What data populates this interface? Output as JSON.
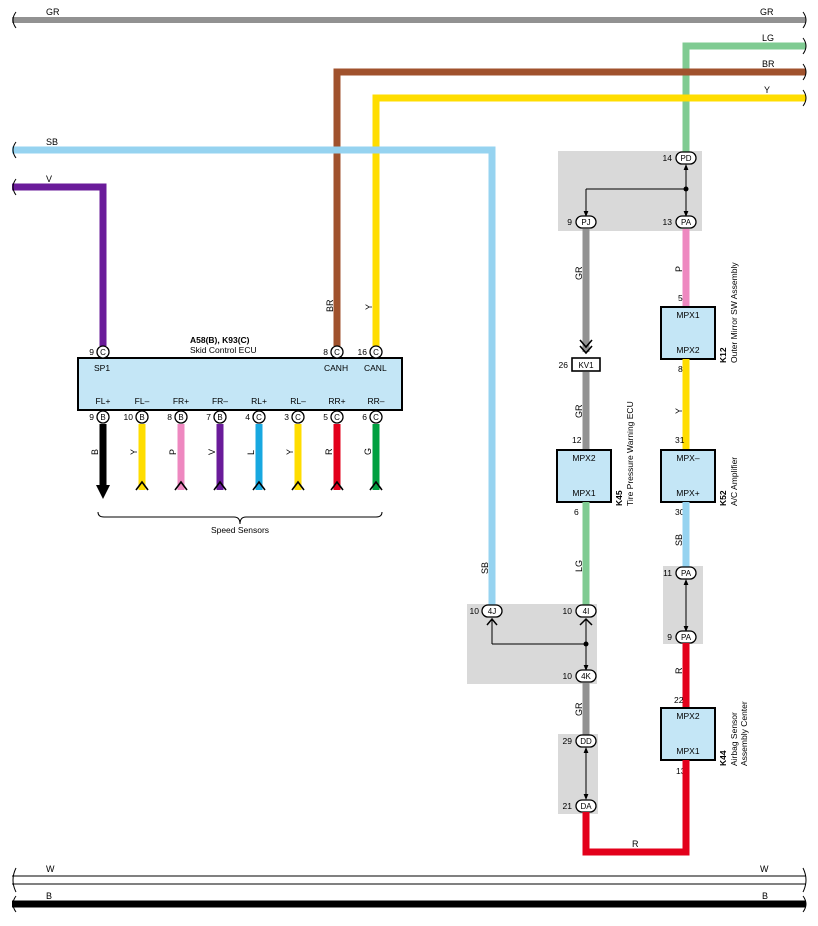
{
  "colors": {
    "GR": "#929292",
    "LG": "#7fcb92",
    "BR": "#a0522d",
    "Y": "#ffdd00",
    "SB": "#96d3f0",
    "V": "#6a1b9a",
    "B": "#000000",
    "P": "#ee88c0",
    "L": "#18a8e0",
    "R": "#e3001b",
    "G": "#00a040",
    "W": "#ffffff",
    "box_fill": "#c4e6f6",
    "junction_fill": "#d9d9d9"
  },
  "buses": {
    "gr_left": "GR",
    "gr_right": "GR",
    "lg": "LG",
    "br": "BR",
    "y": "Y",
    "sb": "SB",
    "v": "V",
    "w_left": "W",
    "w_right": "W",
    "b_left": "B",
    "b_right": "B"
  },
  "ecu": {
    "title": "A58(B), K93(C)",
    "subtitle": "Skid Control ECU",
    "top_pins": [
      {
        "num": "9",
        "conn": "C",
        "label": "SP1"
      },
      {
        "num": "8",
        "conn": "C",
        "label": "CANH"
      },
      {
        "num": "16",
        "conn": "C",
        "label": "CANL"
      }
    ],
    "bottom_pins": [
      {
        "num": "9",
        "conn": "B",
        "label": "FL+",
        "wire": "B"
      },
      {
        "num": "10",
        "conn": "B",
        "label": "FL–",
        "wire": "Y"
      },
      {
        "num": "8",
        "conn": "B",
        "label": "FR+",
        "wire": "P"
      },
      {
        "num": "7",
        "conn": "B",
        "label": "FR–",
        "wire": "V"
      },
      {
        "num": "4",
        "conn": "C",
        "label": "RL+",
        "wire": "L"
      },
      {
        "num": "3",
        "conn": "C",
        "label": "RL–",
        "wire": "Y"
      },
      {
        "num": "5",
        "conn": "C",
        "label": "RR+",
        "wire": "R"
      },
      {
        "num": "6",
        "conn": "C",
        "label": "RR–",
        "wire": "G"
      }
    ],
    "wire_br": "BR",
    "wire_y": "Y",
    "speed_sensors": "Speed Sensors"
  },
  "junction_top": {
    "pd": {
      "num": "14",
      "conn": "PD"
    },
    "pj": {
      "num": "9",
      "conn": "PJ"
    },
    "pa": {
      "num": "13",
      "conn": "PA"
    }
  },
  "kv1": {
    "num": "26",
    "conn": "KV1"
  },
  "k45": {
    "id": "K45",
    "name": "Tire Pressure Warning ECU",
    "pin_top": "12",
    "label_top": "MPX2",
    "pin_bottom": "6",
    "label_bottom": "MPX1",
    "wire_in_top": "GR",
    "wire_in_mid": "GR",
    "wire_out": "LG"
  },
  "k12": {
    "id": "K12",
    "name": "Outer Mirror SW Assembly",
    "pin_top": "5",
    "label_top": "MPX1",
    "pin_bottom": "8",
    "label_bottom": "MPX2",
    "wire_in": "P",
    "wire_out": "Y"
  },
  "k52": {
    "id": "K52",
    "name": "A/C Amplifier",
    "pin_top": "31",
    "label_top": "MPX–",
    "pin_bottom": "30",
    "label_bottom": "MPX+",
    "wire_out": "SB"
  },
  "junction_mid": {
    "j4j": {
      "num": "10",
      "conn": "4J"
    },
    "j4i": {
      "num": "10",
      "conn": "4I"
    },
    "j4k": {
      "num": "10",
      "conn": "4K"
    },
    "wire_sb": "SB"
  },
  "junction_pa": {
    "pa_top": {
      "num": "11",
      "conn": "PA"
    },
    "pa_bottom": {
      "num": "9",
      "conn": "PA"
    },
    "wire_r": "R"
  },
  "junction_dd": {
    "dd": {
      "num": "29",
      "conn": "DD"
    },
    "da": {
      "num": "21",
      "conn": "DA"
    },
    "wire_gr": "GR"
  },
  "k44": {
    "id": "K44",
    "name_line1": "Airbag Sensor",
    "name_line2": "Assembly Center",
    "pin_top": "22",
    "label_top": "MPX2",
    "pin_bottom": "13",
    "label_bottom": "MPX1"
  },
  "bottom_wire": "R"
}
